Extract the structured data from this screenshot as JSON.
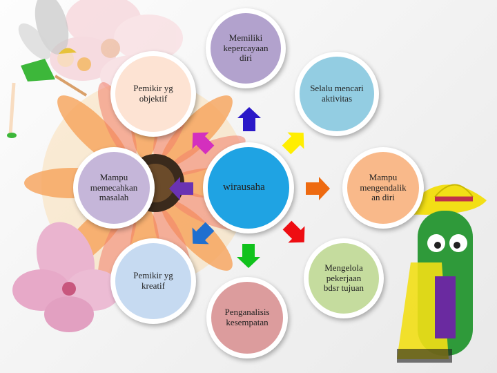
{
  "center": {
    "label": "wirausaha",
    "color": "#1fa3e3"
  },
  "nodes": [
    {
      "key": "kepercayaan",
      "label": "Memiliki kepercayaan diri",
      "color": "#b2a2cd"
    },
    {
      "key": "aktivitas",
      "label": "Selalu mencari aktivitas",
      "color": "#93cde2"
    },
    {
      "key": "mengendalikan",
      "label": "Mampu mengendalik an diri",
      "color": "#f9b98a"
    },
    {
      "key": "mengelola",
      "label": "Mengelola pekerjaan bdsr tujuan",
      "color": "#c5dc9e"
    },
    {
      "key": "penganalisis",
      "label": "Penganalisis kesempatan",
      "color": "#dc9c9d"
    },
    {
      "key": "kreatif",
      "label": "Pemikir yg kreatif",
      "color": "#c6daf1"
    },
    {
      "key": "masalah",
      "label": "Mampu memecahkan masalah",
      "color": "#c5b6d9"
    },
    {
      "key": "objektif",
      "label": "Pemikir yg objektif",
      "color": "#fde3d3"
    }
  ],
  "arrows": [
    {
      "name": "arrow-up",
      "color": "#2a18c8"
    },
    {
      "name": "arrow-up-right",
      "color": "#ffee00"
    },
    {
      "name": "arrow-right",
      "color": "#ee6a10"
    },
    {
      "name": "arrow-down-right",
      "color": "#ee0d12"
    },
    {
      "name": "arrow-down",
      "color": "#10c21c"
    },
    {
      "name": "arrow-down-left",
      "color": "#1f6fd0"
    },
    {
      "name": "arrow-left",
      "color": "#6a32b2"
    },
    {
      "name": "arrow-up-left",
      "color": "#d42fbe"
    }
  ]
}
